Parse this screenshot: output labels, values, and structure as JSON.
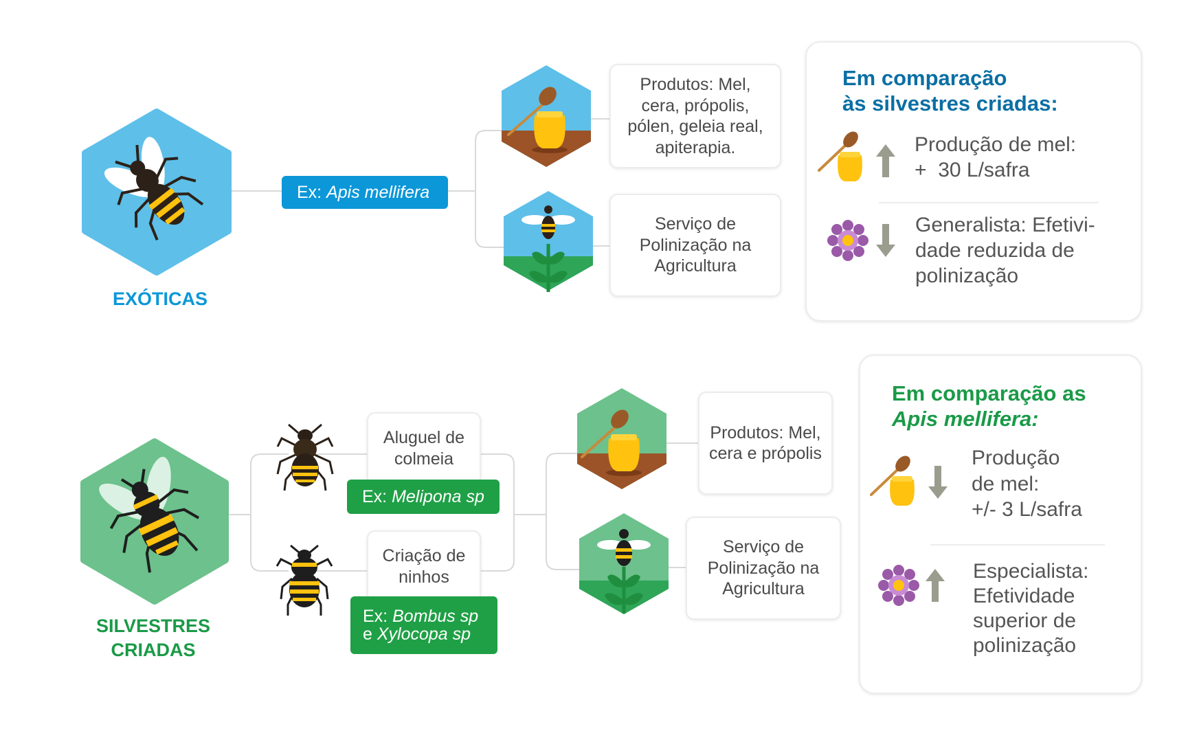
{
  "exoticas": {
    "label": "EXÓTICAS",
    "example_prefix": "Ex: ",
    "example_species": "Apis mellifera",
    "products_text": "Produtos: Mel, cera, própolis, pólen, geleia real, apiterapia.",
    "pollination_text": "Serviço de Polinização na Agricultura",
    "comparison": {
      "heading_line1": "Em comparação",
      "heading_line2": "às silvestres criadas:",
      "honey_label": "Produção de mel:",
      "honey_value": "+  30 L/safra",
      "honey_trend": "up",
      "pollination_line1": "Generalista: Efetivi-",
      "pollination_line2": "dade reduzida de",
      "pollination_line3": "polinização",
      "pollination_trend": "down"
    }
  },
  "silvestres": {
    "label_line1": "SILVESTRES",
    "label_line2": "CRIADAS",
    "hive_rental_text": "Aluguel de colmeia",
    "hive_example_prefix": "Ex: ",
    "hive_example_species": "Melipona sp",
    "nest_text": "Criação de ninhos",
    "nest_example_prefix": "Ex: ",
    "nest_example_species1": "Bombus sp",
    "nest_example_connector": "e ",
    "nest_example_species2": "Xylocopa sp",
    "products_text": "Produtos: Mel, cera e própolis",
    "pollination_text": "Serviço de Polinização na Agricultura",
    "comparison": {
      "heading_line1": "Em comparação as",
      "heading_line2": "Apis mellifera:",
      "honey_line1": "Produção",
      "honey_line2": "de mel:",
      "honey_value": "+/- 3 L/safra",
      "honey_trend": "down",
      "pollination_line1": "Especialista:",
      "pollination_line2": "Efetividade",
      "pollination_line3": "superior de",
      "pollination_line4": "polinização",
      "pollination_trend": "up"
    }
  },
  "colors": {
    "blue_accent": "#0b97d8",
    "blue_heading": "#0b6fa4",
    "green_accent": "#1fa046",
    "green_heading": "#1a9a47",
    "sky_hex": "#5ebfe9",
    "green_hex": "#6cc18c",
    "honey": "#ffc20e",
    "soil": "#9c5327",
    "arrow": "#9a9d8e",
    "flower": "#9a5aa8"
  },
  "icons": [
    "bee-icon",
    "honey-jar-icon",
    "honey-dipper-icon",
    "flower-icon",
    "plant-icon",
    "arrow-up-icon",
    "arrow-down-icon"
  ]
}
